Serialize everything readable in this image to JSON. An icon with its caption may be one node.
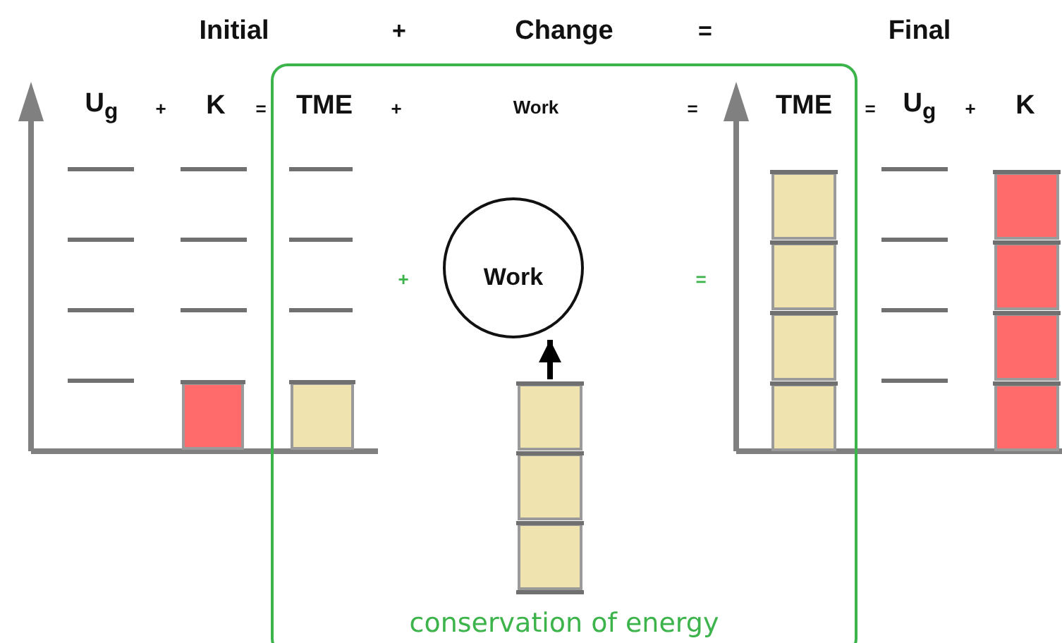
{
  "diagram": {
    "nodes": [
      {
        "text": [
          "conservation of energy"
        ]
      },
      {
        "text": [
          "Work"
        ],
        "in": 0
      },
      {
        "text": [],
        "shape": "bar",
        "in": 0
      }
    ],
    "edges": [
      {
        "from": 2,
        "to": 1,
        "arrow": "to"
      }
    ],
    "labels": [
      "Initial",
      "+",
      "Change",
      "=",
      "Final",
      "U$_{g}$",
      "+",
      "K",
      "=",
      "TME",
      "+",
      "Work",
      "=",
      "TME",
      "=",
      "U$_{g}$",
      "+",
      "K",
      "+",
      "="
    ]
  }
}
